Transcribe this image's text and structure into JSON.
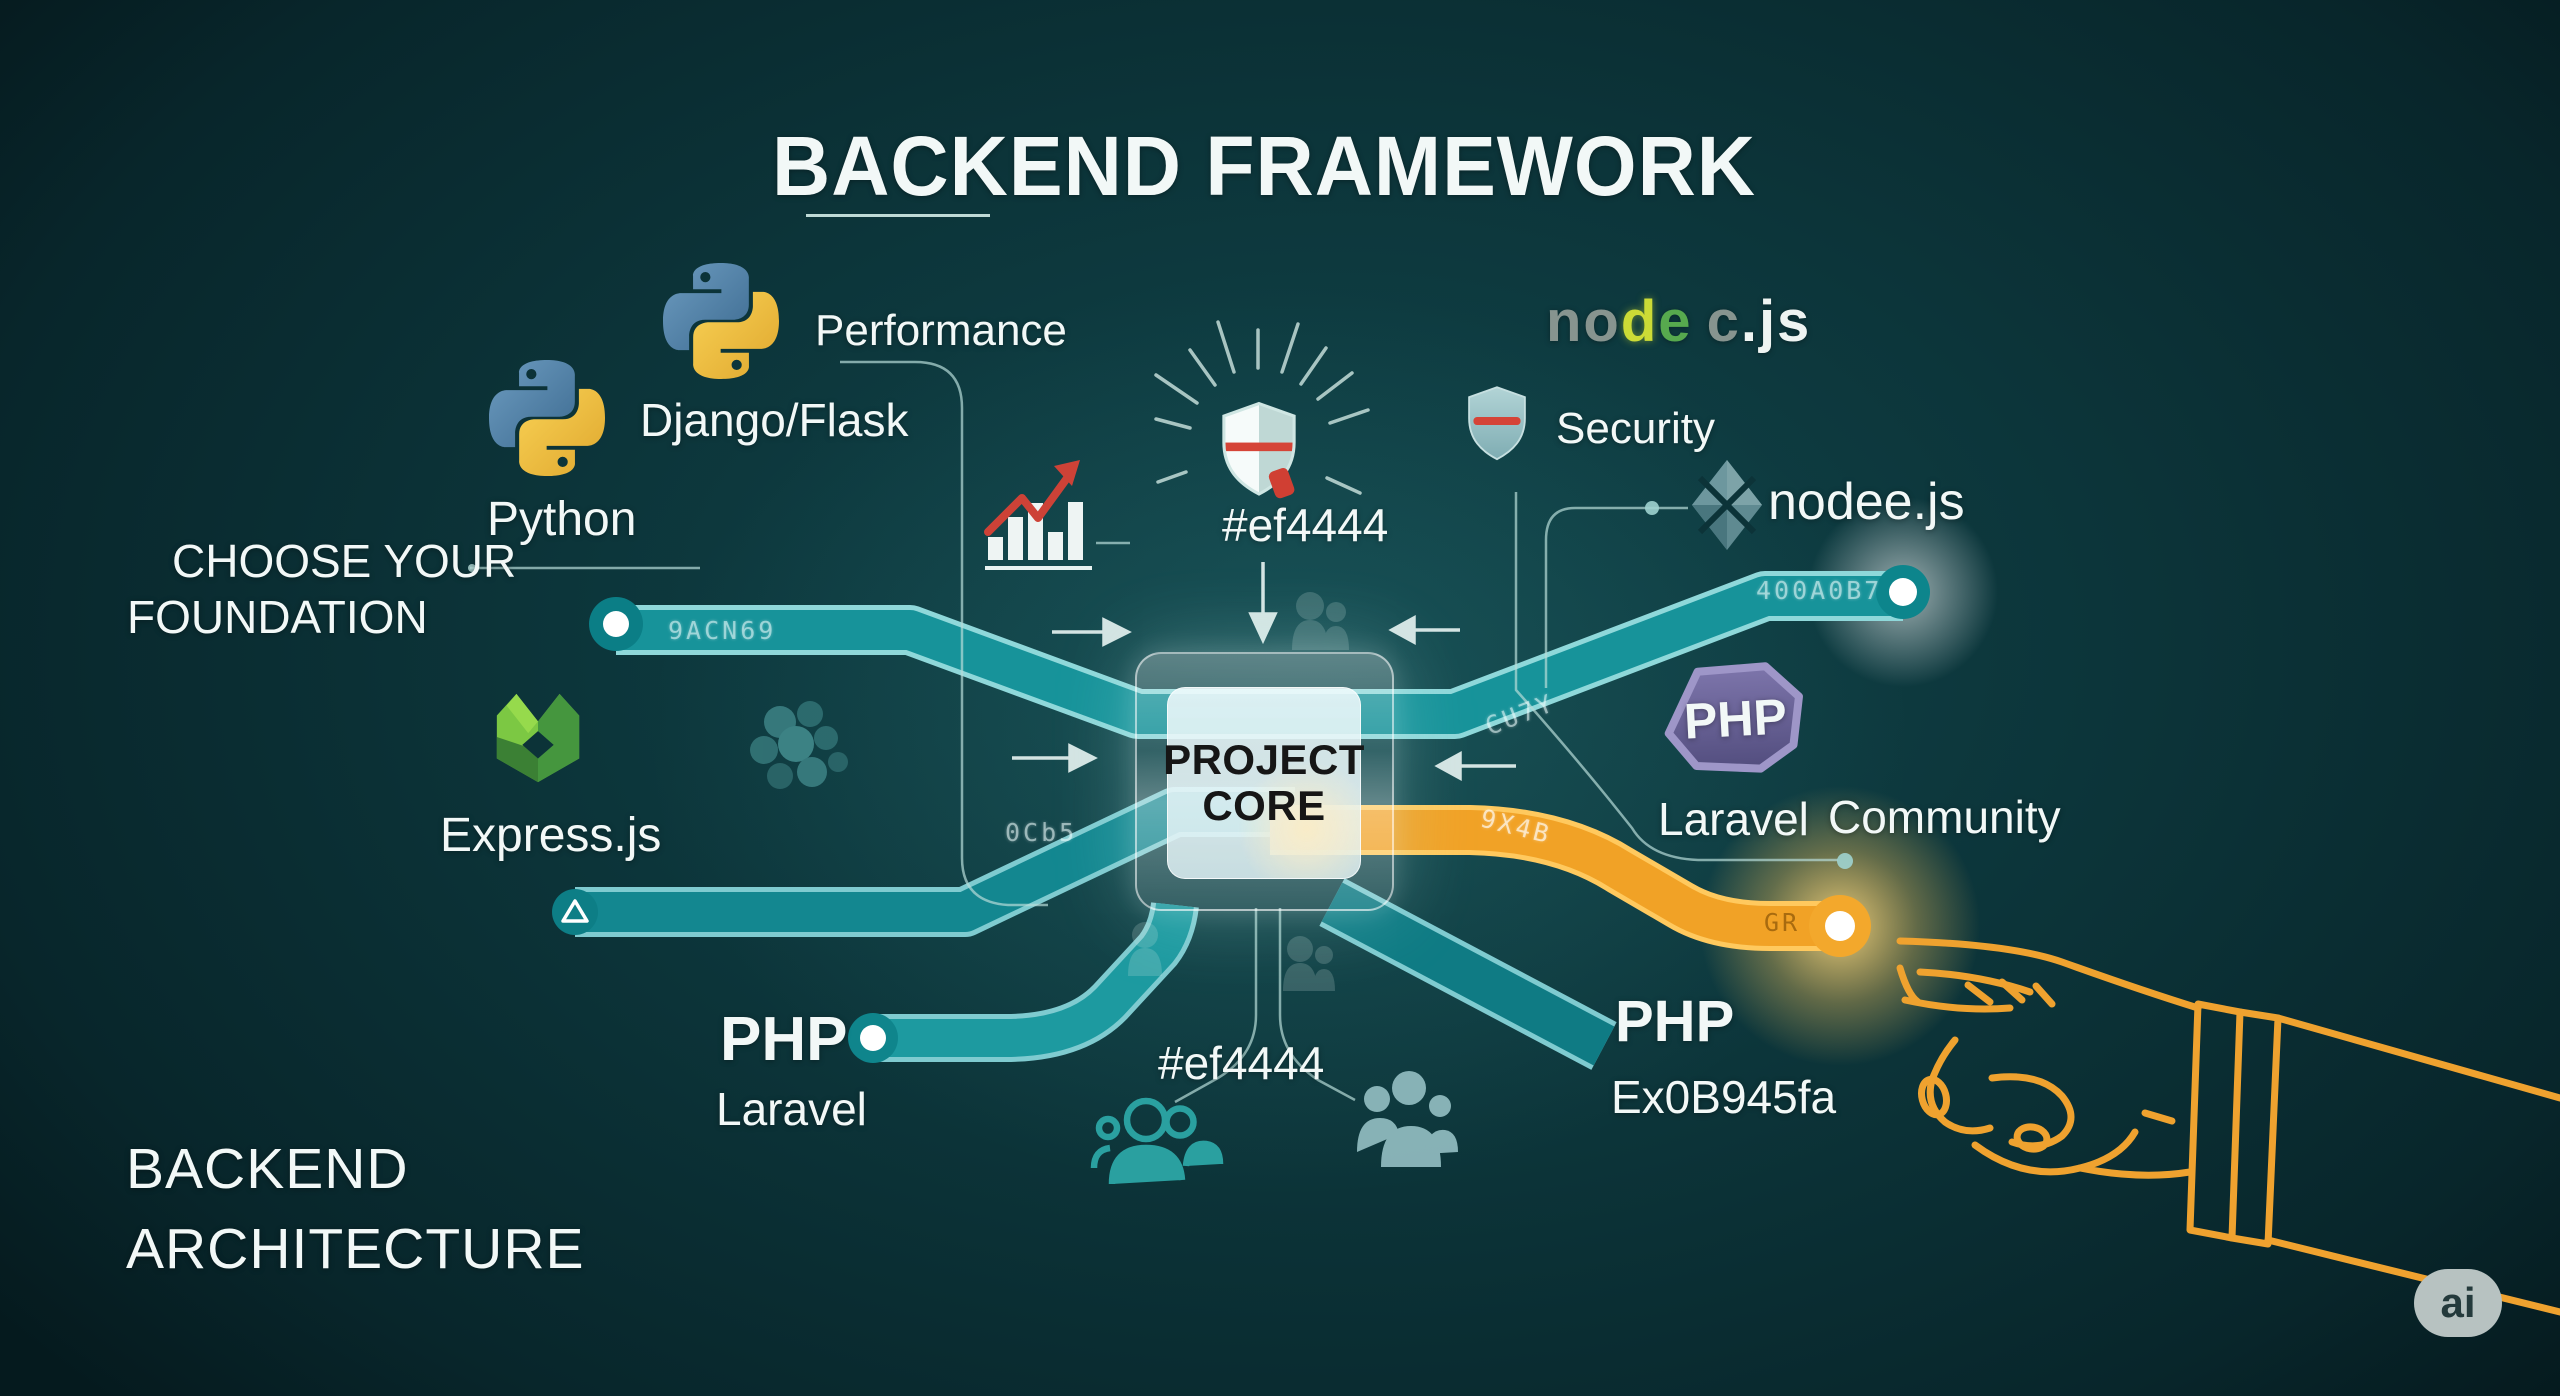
{
  "title": {
    "text": "BACKEND FRAMEWORK"
  },
  "foundation": {
    "line1": "CHOOSE YOUR",
    "line2": "FOUNDATION"
  },
  "python": {
    "label": "Python",
    "framework": "Django/Flask"
  },
  "metrics": {
    "performance": "Performance",
    "security": "Security",
    "community": "Community"
  },
  "shield_top": {
    "code": "#ef4444"
  },
  "node_logo": {
    "part1": "no",
    "part2": "d",
    "part3": "e",
    "part4": "c",
    "part5": ".js"
  },
  "nodee": {
    "label": "nodee.js"
  },
  "php_right": {
    "badge": "PHP",
    "framework": "Laravel"
  },
  "express": {
    "label": "Express.js"
  },
  "core": {
    "line1": "PROJECT",
    "line2": "CORE"
  },
  "php_left": {
    "label": "PHP",
    "framework": "Laravel"
  },
  "bottom_center": {
    "code": "#ef4444"
  },
  "php_bottom_right": {
    "label": "PHP",
    "sub": "Ex0B945fa"
  },
  "footer": {
    "line1": "BACKEND",
    "line2": "ARCHITECTURE"
  },
  "badge": {
    "label": "ai"
  },
  "pipe_codes": {
    "left_upper": "9ACN69",
    "left_lower": "0Cb5",
    "right_upper": "400A0B7",
    "right_mid": "CU7Y",
    "orange_mid": "9X4B",
    "orange_end": "GR"
  },
  "colors": {
    "background": "#0b2f33",
    "pipe_teal": "#18969c",
    "pipe_teal_dark": "#12838a",
    "pipe_orange": "#f2a42a",
    "accent_red": "#d64436",
    "text": "#f4f9f8",
    "glow_yellow": "#ffd97a",
    "php_purple": "#6f679d",
    "python_blue": "#5b86a8",
    "python_yellow": "#f3c84a",
    "express_green": "#6abf45"
  }
}
